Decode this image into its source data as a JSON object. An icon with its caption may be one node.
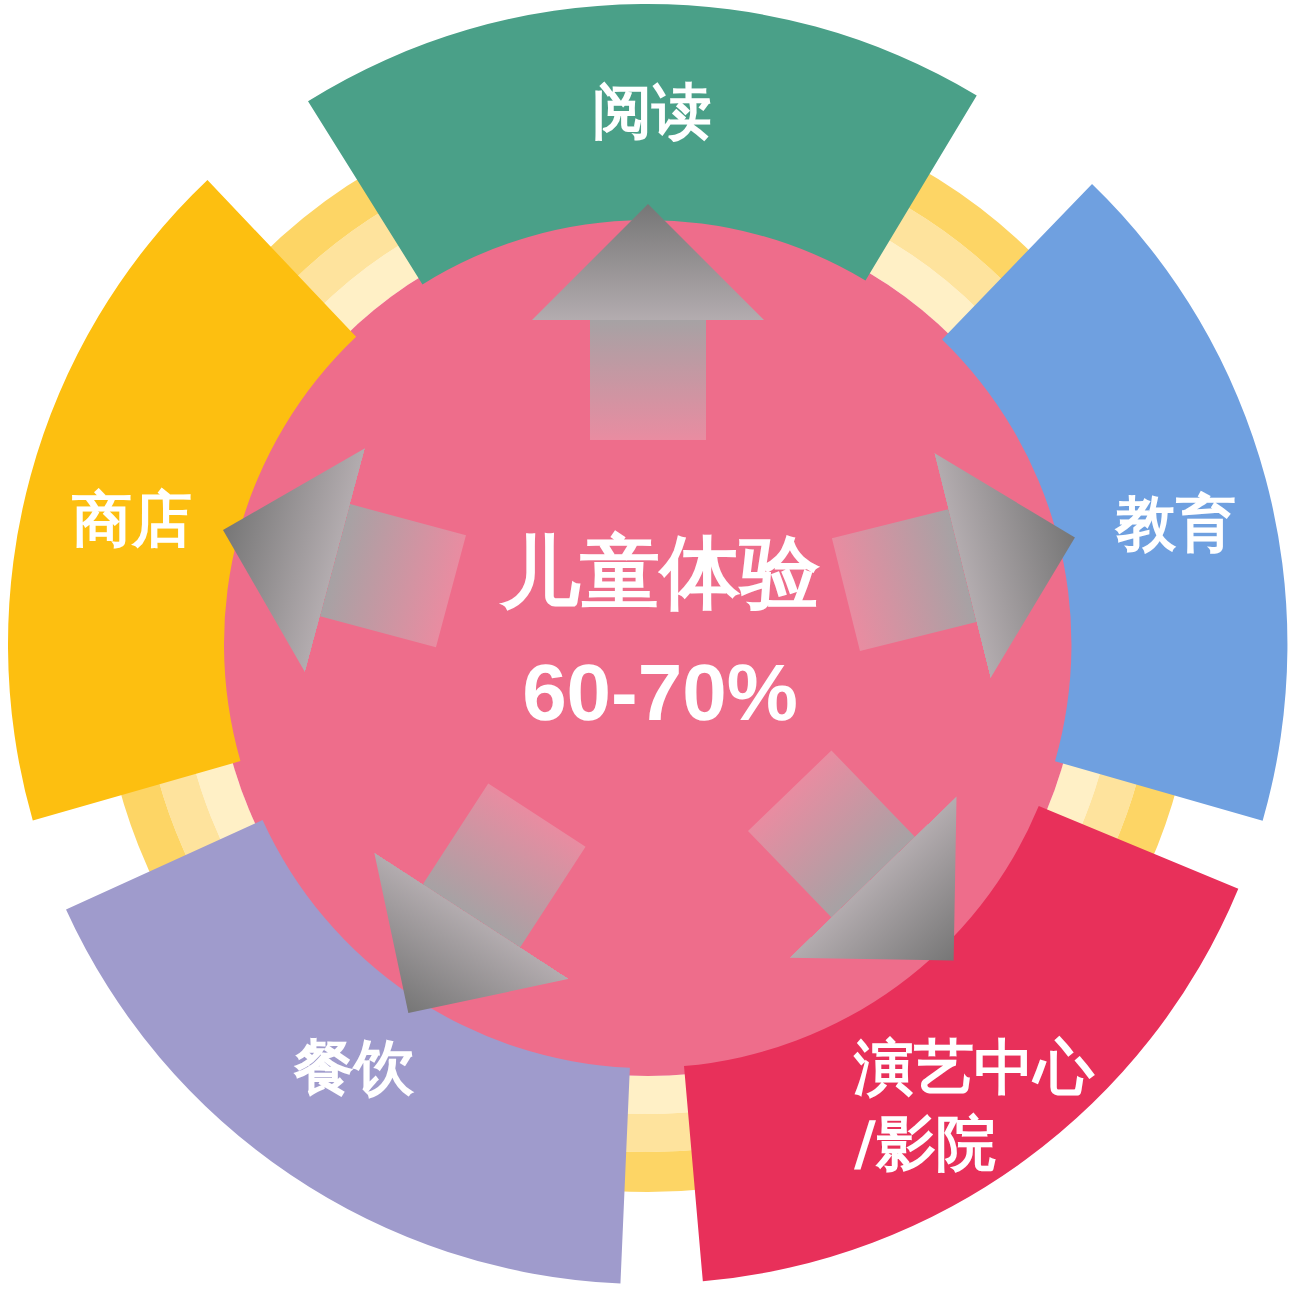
{
  "diagram": {
    "nodes": [
      {
        "text": [
          "儿童体验",
          "60-70%"
        ]
      },
      {
        "text": [
          "阅读"
        ]
      },
      {
        "text": [
          "教育"
        ]
      },
      {
        "text": [
          "演艺中心/影院"
        ]
      },
      {
        "text": [
          "餐饮"
        ]
      },
      {
        "text": [
          "商店"
        ]
      }
    ],
    "edges": [
      {
        "from": 0,
        "to": 1,
        "arrow": "to"
      },
      {
        "from": 0,
        "to": 2,
        "arrow": "to"
      },
      {
        "from": 0,
        "to": 3,
        "arrow": "to"
      },
      {
        "from": 0,
        "to": 4,
        "arrow": "to"
      },
      {
        "from": 0,
        "to": 5,
        "arrow": "to"
      }
    ]
  }
}
